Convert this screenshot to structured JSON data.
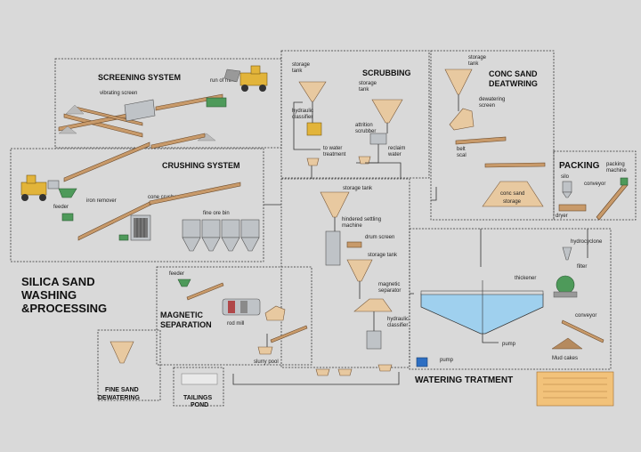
{
  "title": {
    "line1": "SILICA SAND",
    "line2": "WASHING",
    "line3": "&PROCESSING"
  },
  "sections": {
    "screening": "SCREENING  SYSTEM",
    "crushing": "CRUSHING SYSTEM",
    "scrubbing": "SCRUBBING",
    "conc1": "CONC SAND",
    "conc2": "DEATWRING",
    "packing": "PACKING",
    "magnetic1": "MAGNETIC",
    "magnetic2": "SEPARATION",
    "watering": "WATERING TRATMENT",
    "fine1": "FINE SAND",
    "fine2": "DEWATERING",
    "tailings1": "TAILINGS",
    "tailings2": "POND"
  },
  "labels": {
    "vibrating_screen": "vibrating screen",
    "run_of_mine": "run of mine",
    "feeder": "feeder",
    "iron_remover": "iron remover",
    "cone_crusher": "cone crusher",
    "fine_ore_bin": "fine ore bin",
    "storage_tank_a": "storage",
    "storage_tank_b": "tank",
    "hydraulic_a": "hydraulic",
    "hydraulic_b": "classifier",
    "storage_tank2_a": "storage",
    "storage_tank2_b": "tank",
    "attrition_a": "attrition",
    "attrition_b": "scrubber",
    "to_water_a": "to water",
    "to_water_b": "treatment",
    "reclaim_a": "reclaim",
    "reclaim_b": "water",
    "storage_tank3_a": "storage",
    "storage_tank3_b": "tank",
    "dewatering_a": "dewatering",
    "dewatering_b": "screen",
    "belt_scal_a": "belt",
    "belt_scal_b": "scal",
    "conc_storage_a": "conc sand",
    "conc_storage_b": "storage",
    "silo": "silo",
    "packing_machine_a": "packing",
    "packing_machine_b": "machine",
    "conveyor": "conveyor",
    "dryer": "dryer",
    "storage_tank4": "storage tank",
    "hindered_a": "hindered settling",
    "hindered_b": "machine",
    "drum_screen": "drum screen",
    "storage_tank5": "storage tank",
    "magnetic_sep_a": "magnetic",
    "magnetic_sep_b": "separator",
    "hydraulic2_a": "hydraulic",
    "hydraulic2_b": "classifier",
    "feeder2": "feeder",
    "rod_mill": "rod mill",
    "slurry_pool": "slurry pool",
    "thickener": "thickener",
    "pump1": "pump",
    "pump2": "pump",
    "hydrocyclone": "hydrocyclone",
    "filter": "filter",
    "conveyor2": "conveyor",
    "mud_cakes": "Mud cakes"
  },
  "colors": {
    "background": "#d9d9d9",
    "belt": "#c89a6a",
    "steel": "#bfc3c7",
    "water": "#9fd0ee",
    "legend_box": "#f2c27a"
  }
}
